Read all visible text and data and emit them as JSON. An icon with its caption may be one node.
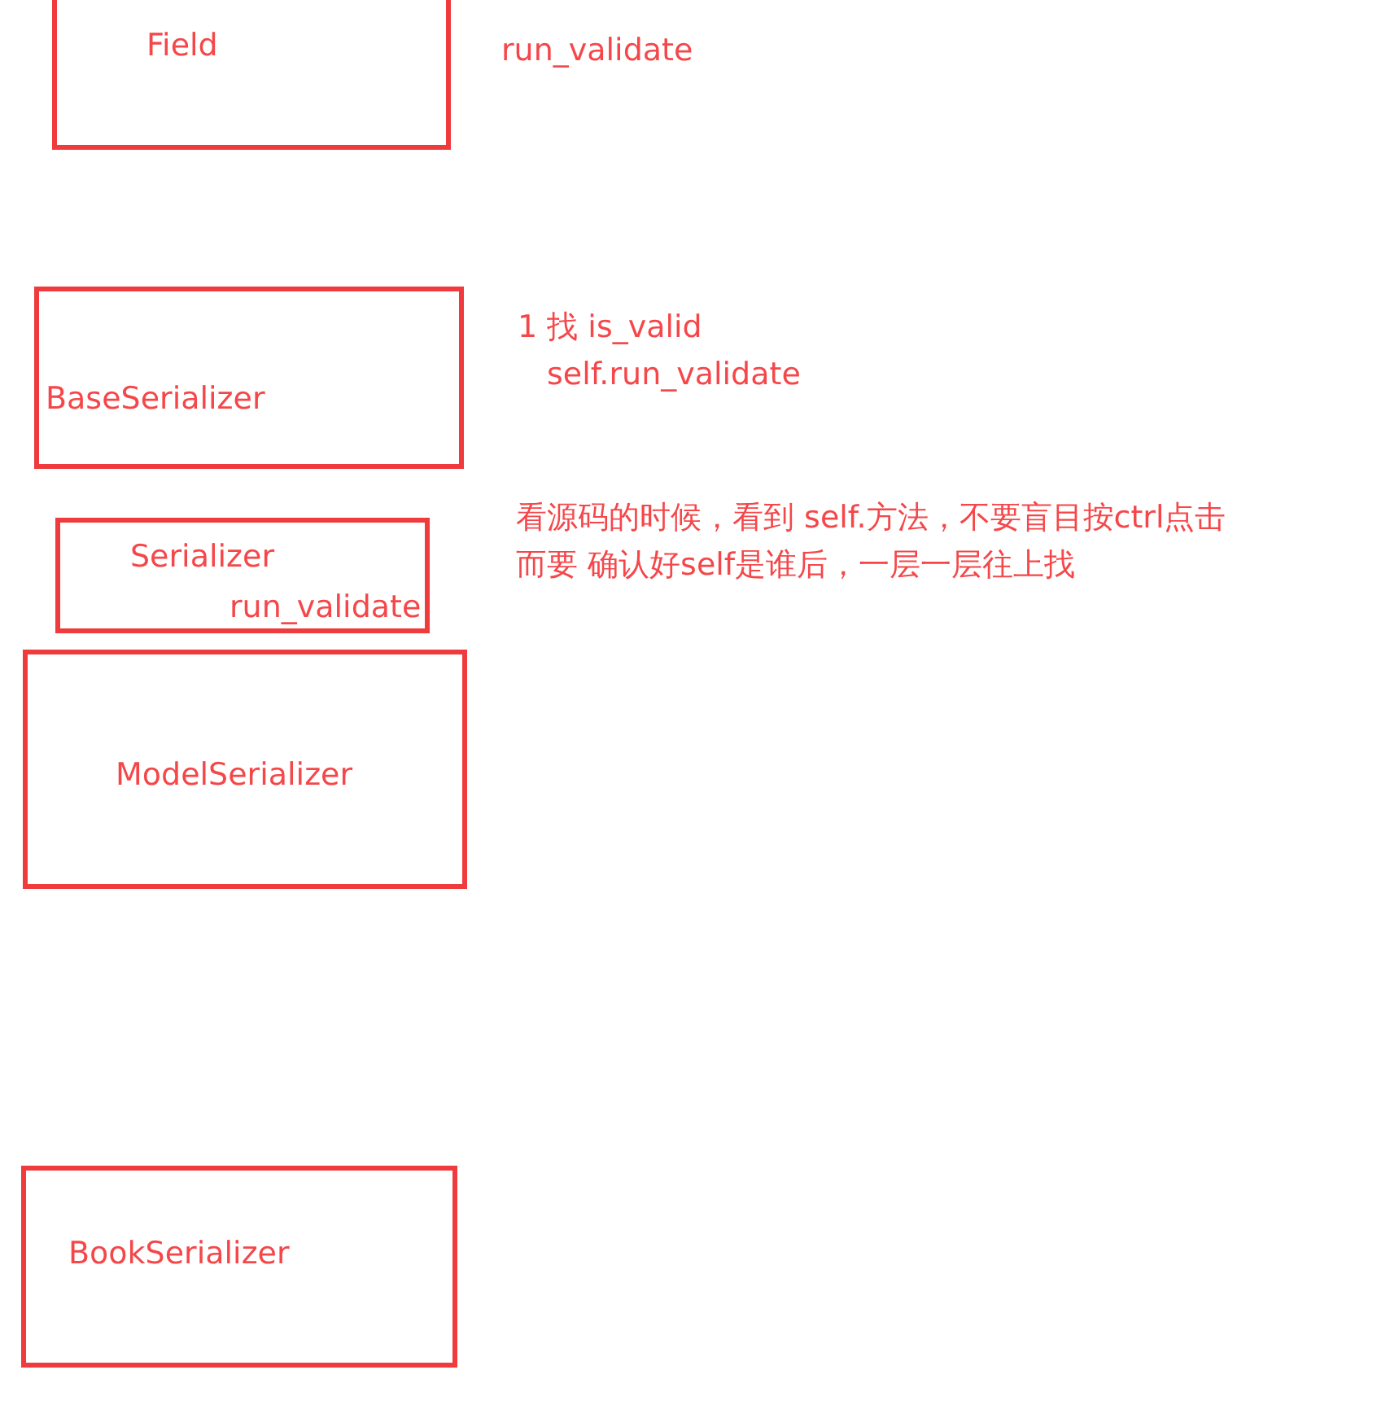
{
  "diagram": {
    "nodes": [
      {
        "text": [
          "Field"
        ],
        "beside": [
          "run_validate"
        ]
      },
      {
        "text": [
          "BaseSerializer"
        ]
      },
      {
        "text": [
          "Serializer",
          "run_validate"
        ]
      },
      {
        "text": [
          "ModelSerializer"
        ]
      },
      {
        "text": [
          "BookSerializer"
        ]
      }
    ],
    "labels": [
      "1 找 is_valid",
      "self.run_validate",
      "看源码的时候，看到  self.方法，不要盲目按ctrl点击",
      "而要 确认好self是谁后，一层一层往上找"
    ]
  }
}
